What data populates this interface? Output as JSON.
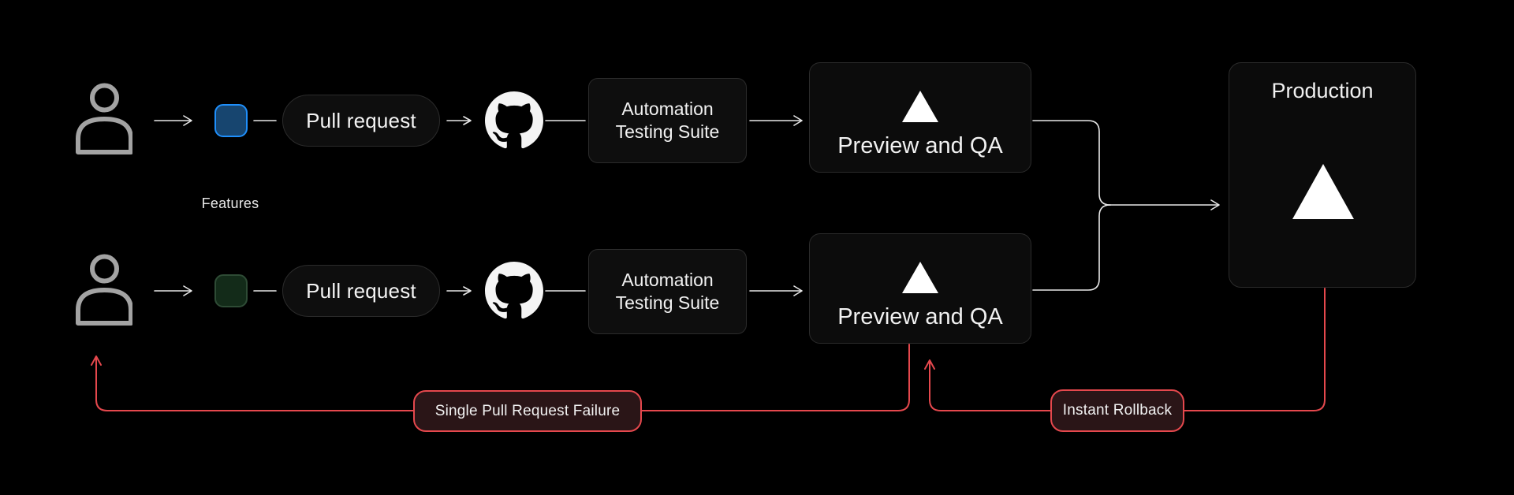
{
  "diagram": {
    "features_label": "Features",
    "lanes": [
      {
        "pull_request": "Pull request",
        "automation": "Automation Testing Suite",
        "preview": "Preview and QA"
      },
      {
        "pull_request": "Pull request",
        "automation": "Automation Testing Suite",
        "preview": "Preview and QA"
      }
    ],
    "production": {
      "title": "Production"
    },
    "feedback": {
      "single_pr_failure": "Single Pull Request Failure",
      "instant_rollback": "Instant Rollback"
    },
    "icons": {
      "person": "person-icon",
      "github": "github-icon",
      "vercel_triangle": "vercel-triangle-icon"
    },
    "colors": {
      "background": "#000000",
      "line": "#e8e8e8",
      "red": "#e5484d",
      "blue_branch_border": "#1f8ffb",
      "blue_branch_fill": "#17456f",
      "green_branch_border": "#2e4b35",
      "green_branch_fill": "#132b19",
      "box_bg": "#0e0e0e",
      "box_border": "#2b2b2b",
      "badge_bg": "#2a1517",
      "text": "#f0f0f0"
    }
  }
}
